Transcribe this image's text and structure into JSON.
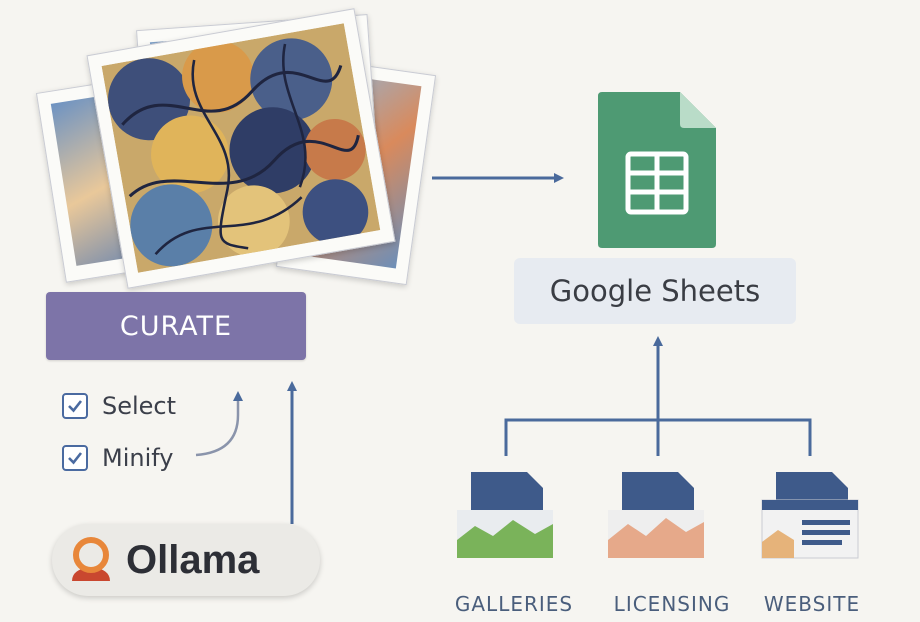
{
  "curate": {
    "label": "CURATE",
    "checklist": [
      {
        "label": "Select",
        "checked": true
      },
      {
        "label": "Minify",
        "checked": true
      }
    ]
  },
  "ollama": {
    "label": "Ollama",
    "icon": "ollama-logo-icon"
  },
  "sheets": {
    "label": "Google Sheets",
    "icon": "spreadsheet-icon",
    "color": "#4e9a73"
  },
  "destinations": [
    {
      "label": "GALLERIES",
      "icon": "gallery-folder-icon"
    },
    {
      "label": "LICENSING",
      "icon": "licensing-folder-icon"
    },
    {
      "label": "WEBSITE",
      "icon": "website-folder-icon"
    }
  ],
  "colors": {
    "accent": "#7d74a8",
    "arrow": "#4a6a9c",
    "folder": "#3e5a8a",
    "ollama_orange": "#e8873a"
  }
}
